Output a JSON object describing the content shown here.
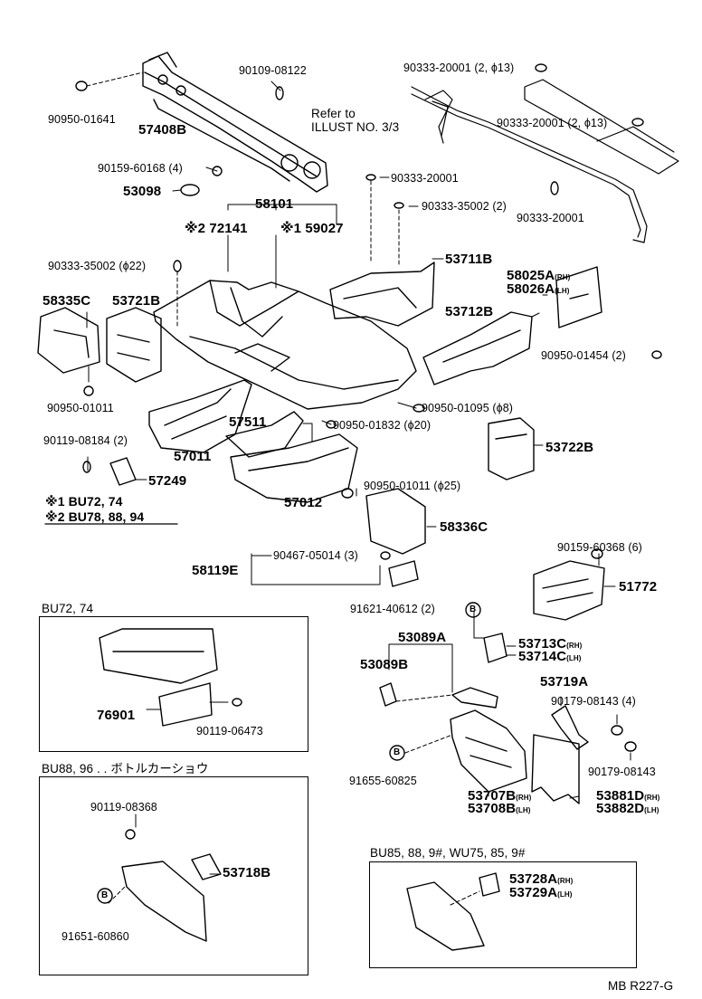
{
  "labels": {
    "p_90950_01641": "90950-01641",
    "p_57408b": "57408B",
    "p_90109_08122": "90109-08122",
    "refer_to": "Refer to",
    "illust_no": "ILLUST NO. 3/3",
    "p_90333_20001_a": "90333-20001 (2, ϕ13)",
    "p_90333_20001_b": "90333-20001 (2, ϕ13)",
    "p_90333_20001_c": "90333-20001",
    "p_90333_20001_d": "90333-20001",
    "p_90159_60168": "90159-60168 (4)",
    "p_53098": "53098",
    "p_58101": "58101",
    "p_72141": "※2 72141",
    "p_59027": "※1 59027",
    "p_90333_35002_a": "90333-35002 (2)",
    "p_90333_35002_b": "90333-35002 (ϕ22)",
    "p_53711b": "53711B",
    "p_58025a": "58025A",
    "p_58025a_side": "(RH)",
    "p_58026a": "58026A",
    "p_58026a_side": "(LH)",
    "p_58335c": "58335C",
    "p_53721b": "53721B",
    "p_53712b": "53712B",
    "p_90950_01454": "90950-01454 (2)",
    "p_90950_01011_a": "90950-01011",
    "p_90950_01095": "90950-01095 (ϕ8)",
    "p_57511": "57511",
    "p_90119_08184": "90119-08184 (2)",
    "p_57011": "57011",
    "p_90950_01832": "90950-01832 (ϕ20)",
    "p_53722b": "53722B",
    "p_57249": "57249",
    "p_57012": "57012",
    "p_90950_01011_b": "90950-01011 (ϕ25)",
    "note1": "※1 BU72, 74",
    "note2": "※2 BU78, 88, 94",
    "p_58336c": "58336C",
    "p_90159_60368": "90159-60368 (6)",
    "p_90467_05014": "90467-05014 (3)",
    "p_58119e": "58119E",
    "p_51772": "51772",
    "hdr_bu72": "BU72, 74",
    "p_76901": "76901",
    "p_90119_06473": "90119-06473",
    "p_91621_40612": "91621-40612 (2)",
    "p_53089a": "53089A",
    "p_53089b": "53089B",
    "p_53713c": "53713C",
    "p_53713c_side": "(RH)",
    "p_53714c": "53714C",
    "p_53714c_side": "(LH)",
    "p_53719a": "53719A",
    "p_90179_08143_a": "90179-08143 (4)",
    "p_90179_08143_b": "90179-08143",
    "p_91655_60825": "91655-60825",
    "p_53707b": "53707B",
    "p_53707b_side": "(RH)",
    "p_53708b": "53708B",
    "p_53708b_side": "(LH)",
    "p_53881d": "53881D",
    "p_53881d_side": "(RH)",
    "p_53882d": "53882D",
    "p_53882d_side": "(LH)",
    "hdr_bu88": "BU88, 96 . . ボトルカーショウ",
    "p_90119_08368": "90119-08368",
    "p_53718b": "53718B",
    "p_91651_60860": "91651-60860",
    "hdr_bu85": "BU85, 88, 9#, WU75, 85, 9#",
    "p_53728a": "53728A",
    "p_53728a_side": "(RH)",
    "p_53729a": "53729A",
    "p_53729a_side": "(LH)",
    "footer": "MB R227-G",
    "marker_b": "B"
  },
  "colors": {
    "ink": "#000000",
    "paper": "#ffffff"
  }
}
